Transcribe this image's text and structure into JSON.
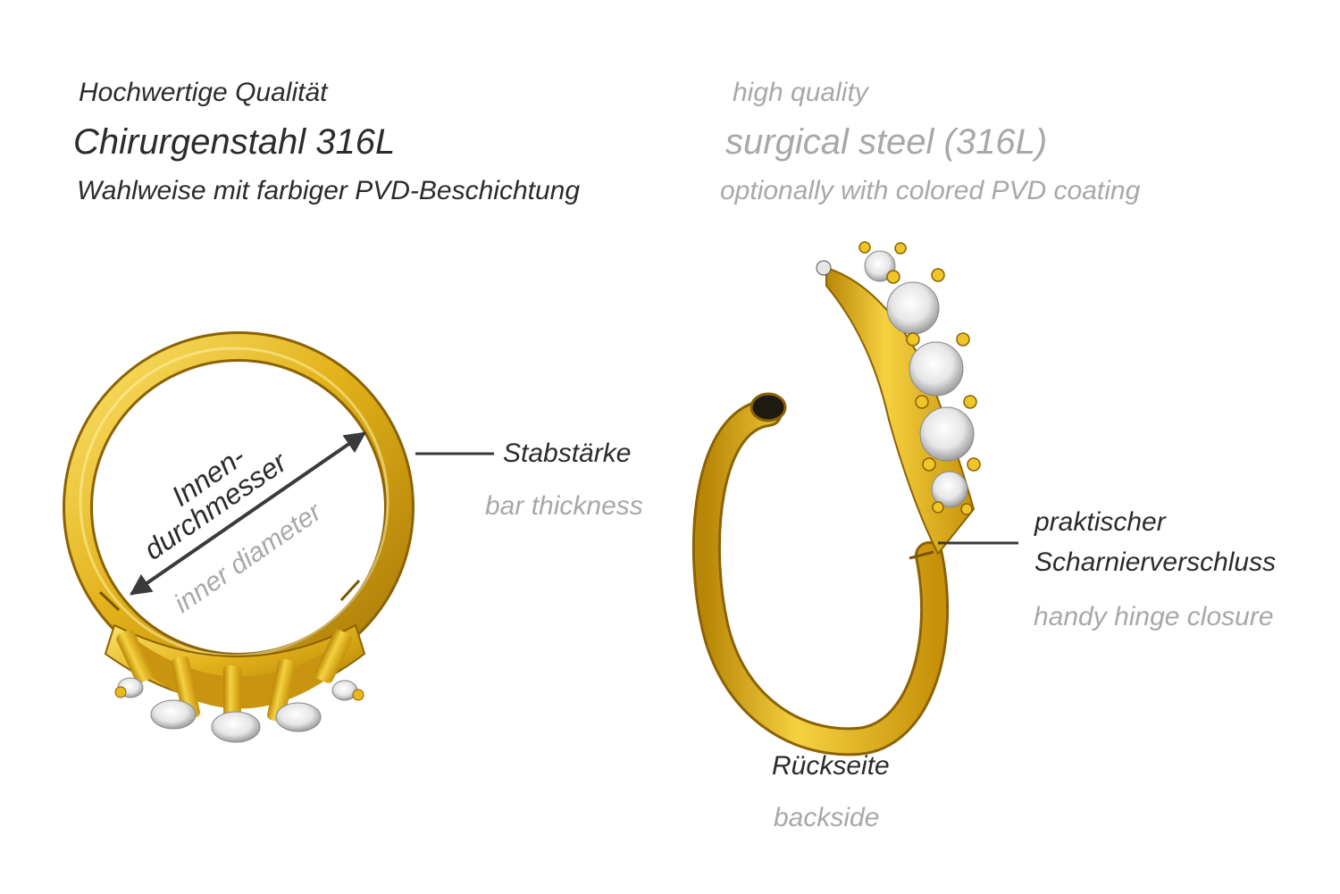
{
  "colors": {
    "text_german": "#2b2b2b",
    "text_english": "#a8a8a8",
    "gold_light": "#f8d548",
    "gold_mid": "#dca913",
    "gold_dark": "#9a6e05",
    "line": "#3a3a3a"
  },
  "header": {
    "quality_de": "Hochwertige Qualität",
    "material_de": "Chirurgenstahl 316L",
    "coating_de": "Wahlweise mit farbiger PVD-Beschichtung",
    "quality_en": "high quality",
    "material_en": "surgical steel (316L)",
    "coating_en": "optionally with colored PVD coating"
  },
  "front_view": {
    "diameter_de_line1": "Innen-",
    "diameter_de_line2": "durchmesser",
    "diameter_en": "inner diameter",
    "bar_de": "Stabstärke",
    "bar_en": "bar thickness"
  },
  "back_view": {
    "hinge_de_line1": "praktischer",
    "hinge_de_line2": "Scharnierverschluss",
    "hinge_en": "handy hinge closure",
    "side_de": "Rückseite",
    "side_en": "backside"
  }
}
